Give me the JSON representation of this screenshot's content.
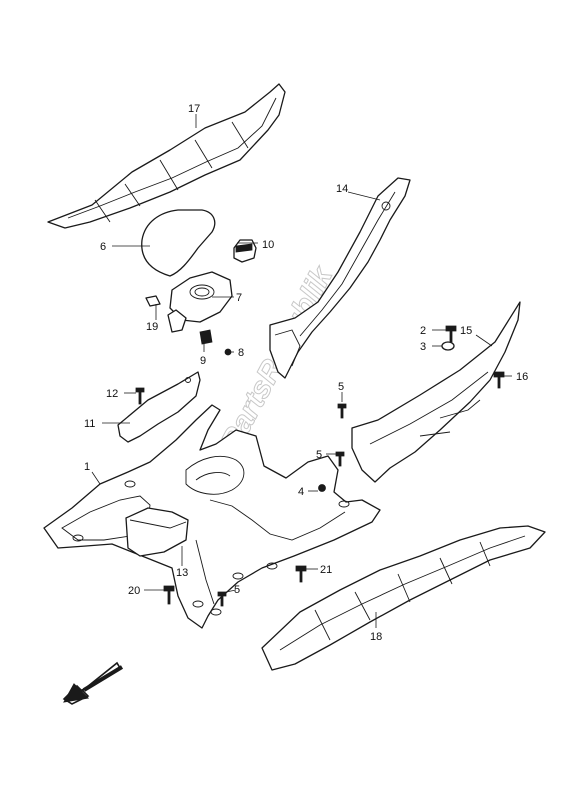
{
  "watermark": "PartsRepublik",
  "callouts": {
    "c1": "1",
    "c2": "2",
    "c3": "3",
    "c4": "4",
    "c5a": "5",
    "c5b": "5",
    "c5c": "5",
    "c6": "6",
    "c7": "7",
    "c8": "8",
    "c9": "9",
    "c10": "10",
    "c11": "11",
    "c12": "12",
    "c13": "13",
    "c14": "14",
    "c15": "15",
    "c16": "16",
    "c17": "17",
    "c18": "18",
    "c19": "19",
    "c20": "20",
    "c21": "21"
  },
  "icons": {
    "front_direction": "arrow-down-left-icon"
  }
}
